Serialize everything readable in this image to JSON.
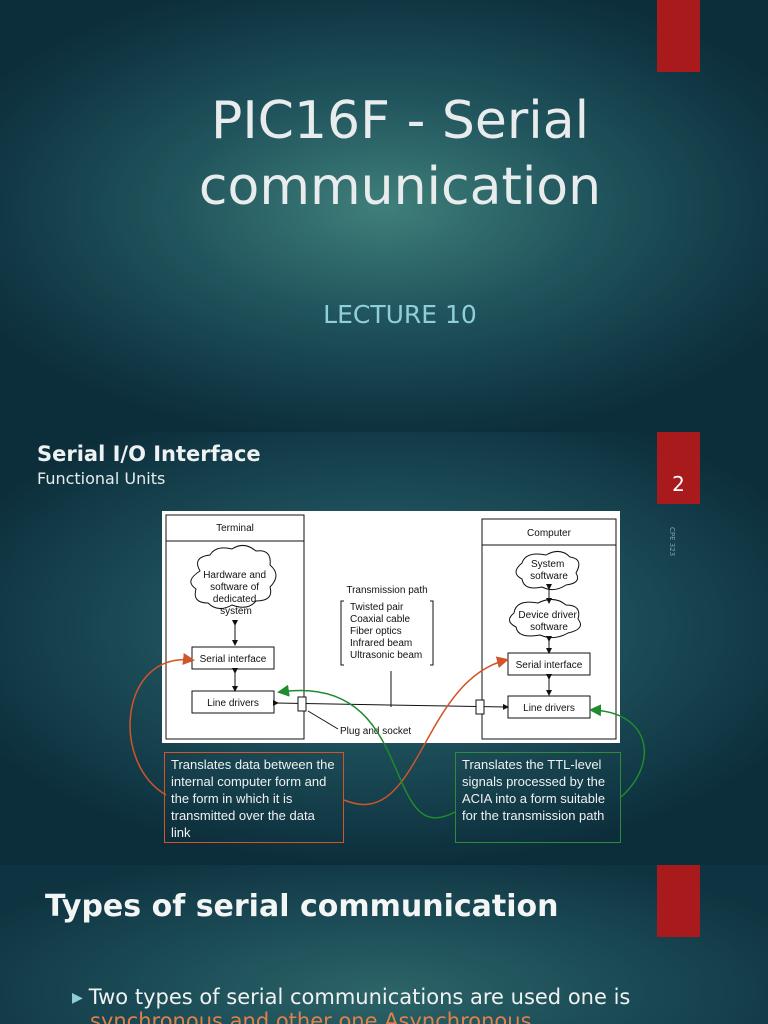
{
  "slide1": {
    "title_line1": "PIC16F - Serial",
    "title_line2": "communication",
    "subtitle": "LECTURE 10"
  },
  "slide2": {
    "title": "Serial I/O Interface",
    "subtitle": "Functional Units",
    "page_number": "2",
    "side_label": "CPE 323",
    "diagram": {
      "terminal_header": "Terminal",
      "computer_header": "Computer",
      "terminal_cloud": [
        "Hardware and",
        "software of",
        "dedicated",
        "system"
      ],
      "serial_interface": "Serial interface",
      "line_drivers": "Line drivers",
      "system_software": [
        "System",
        "software"
      ],
      "device_driver": [
        "Device driver",
        "software"
      ],
      "transmission_title": "Transmission path",
      "transmission_items": [
        "Twisted pair",
        "Coaxial cable",
        "Fiber optics",
        "Infrared beam",
        "Ultrasonic beam"
      ],
      "plug_socket": "Plug and socket"
    },
    "callout_left": "Translates data between the internal computer form and the form in which it is transmitted over the data link",
    "callout_right": "Translates the TTL-level signals processed by the ACIA into a form suitable for the transmission path"
  },
  "slide3": {
    "title": "Types of serial communication",
    "bullet_line1": "Two types of serial communications are used one is",
    "bullet_line2": "synchronous and other one Asynchronous"
  },
  "colors": {
    "accent_red": "#a81a1c",
    "callout_left_border": "#d1542a",
    "callout_right_border": "#2f8a3a",
    "subtitle_teal": "#8fd0d8"
  }
}
